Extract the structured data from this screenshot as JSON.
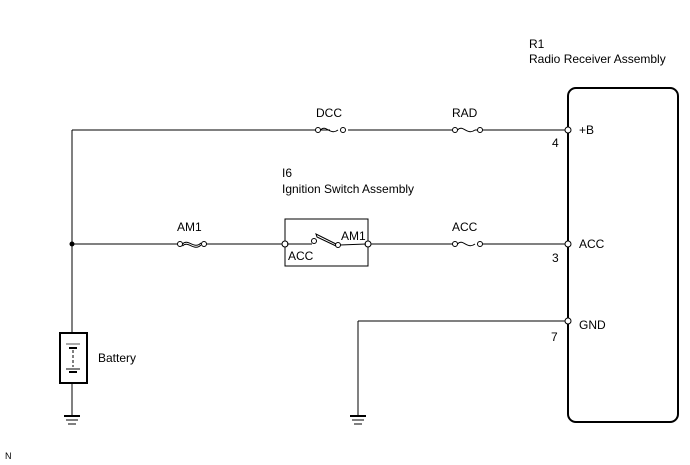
{
  "components": {
    "radio": {
      "id": "R1",
      "name": "Radio Receiver Assembly"
    },
    "ignition": {
      "id": "I6",
      "name": "Ignition Switch Assembly",
      "terminal_left": "ACC",
      "terminal_right": "AM1"
    },
    "battery": {
      "name": "Battery"
    }
  },
  "fuses": [
    {
      "label": "DCC"
    },
    {
      "label": "RAD"
    },
    {
      "label": "AM1"
    },
    {
      "label": "ACC"
    }
  ],
  "radio_pins": [
    {
      "name": "+B",
      "number": "4"
    },
    {
      "name": "ACC",
      "number": "3"
    },
    {
      "name": "GND",
      "number": "7"
    }
  ],
  "footer_mark": "N"
}
